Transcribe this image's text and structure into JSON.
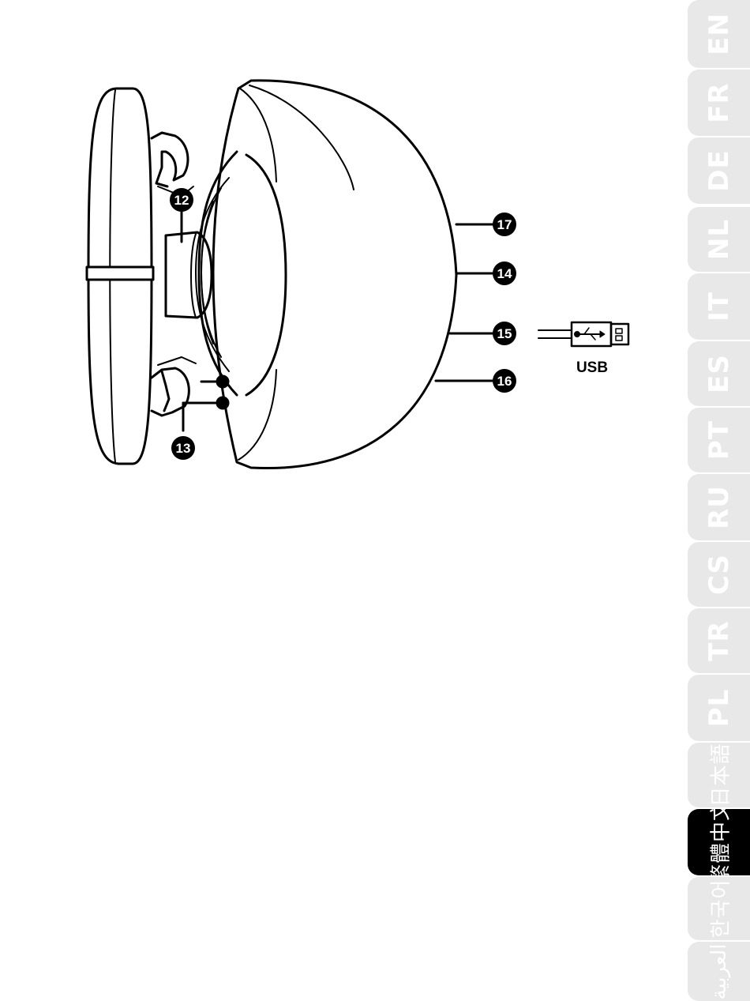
{
  "callouts": {
    "c12": "12",
    "c13": "13",
    "c14": "14",
    "c15": "15",
    "c16": "16",
    "c17": "17"
  },
  "usb_label": "USB",
  "language_tabs": [
    {
      "label": "EN",
      "active": false
    },
    {
      "label": "FR",
      "active": false
    },
    {
      "label": "DE",
      "active": false
    },
    {
      "label": "NL",
      "active": false
    },
    {
      "label": "IT",
      "active": false
    },
    {
      "label": "ES",
      "active": false
    },
    {
      "label": "PT",
      "active": false
    },
    {
      "label": "RU",
      "active": false
    },
    {
      "label": "CS",
      "active": false
    },
    {
      "label": "TR",
      "active": false
    },
    {
      "label": "PL",
      "active": false
    },
    {
      "label": "日本語",
      "active": false
    },
    {
      "label": "繁體中文",
      "active": true
    },
    {
      "label": "한국어",
      "active": false
    },
    {
      "label": "العربية",
      "active": false
    }
  ],
  "colors": {
    "tab_inactive": "#e8e8e8",
    "tab_active": "#000000",
    "tab_text": "#ffffff"
  }
}
